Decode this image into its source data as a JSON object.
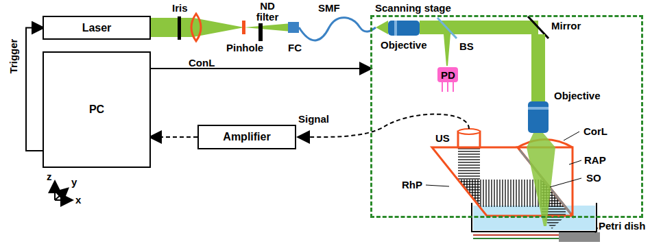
{
  "diagram": {
    "nodes": [
      {
        "text": [
          "Laser"
        ]
      },
      {
        "text": [
          "PC"
        ]
      },
      {
        "text": [
          "Amplifier"
        ]
      },
      {
        "text": [
          "Scanning stage"
        ]
      }
    ],
    "edges": [
      {
        "from": 1,
        "to": 0,
        "arrow": "to",
        "label": "Trigger"
      },
      {
        "from": 1,
        "to": 3,
        "arrow": "to"
      },
      {
        "from": 2,
        "to": 1,
        "arrow": "to"
      }
    ],
    "labels": [
      "Iris",
      "ConL",
      "Pinhole",
      "ND filter",
      "FC",
      "SMF",
      "Objective",
      "BS",
      "PD",
      "Mirror",
      "Objective",
      "CorL",
      "US",
      "RAP",
      "SO",
      "RhP",
      "Petri dish",
      "Signal",
      "z",
      "y",
      "x"
    ]
  }
}
